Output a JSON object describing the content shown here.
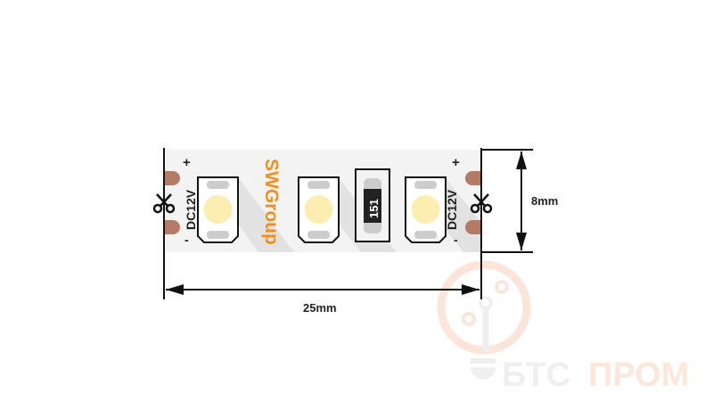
{
  "diagram": {
    "voltage_label": "DC12V",
    "plus_sign": "+",
    "minus_sign": "-",
    "brand": "SWGroup",
    "resistor_code": "151",
    "length_label": "25mm",
    "width_label": "8mm",
    "watermark": {
      "part1": "БТС",
      "part2": "ПРОМ"
    },
    "colors": {
      "brand": "#f0901e",
      "pad": "#b57a66",
      "led": "#fbeeb0",
      "strip": "#f3f3f3"
    }
  }
}
